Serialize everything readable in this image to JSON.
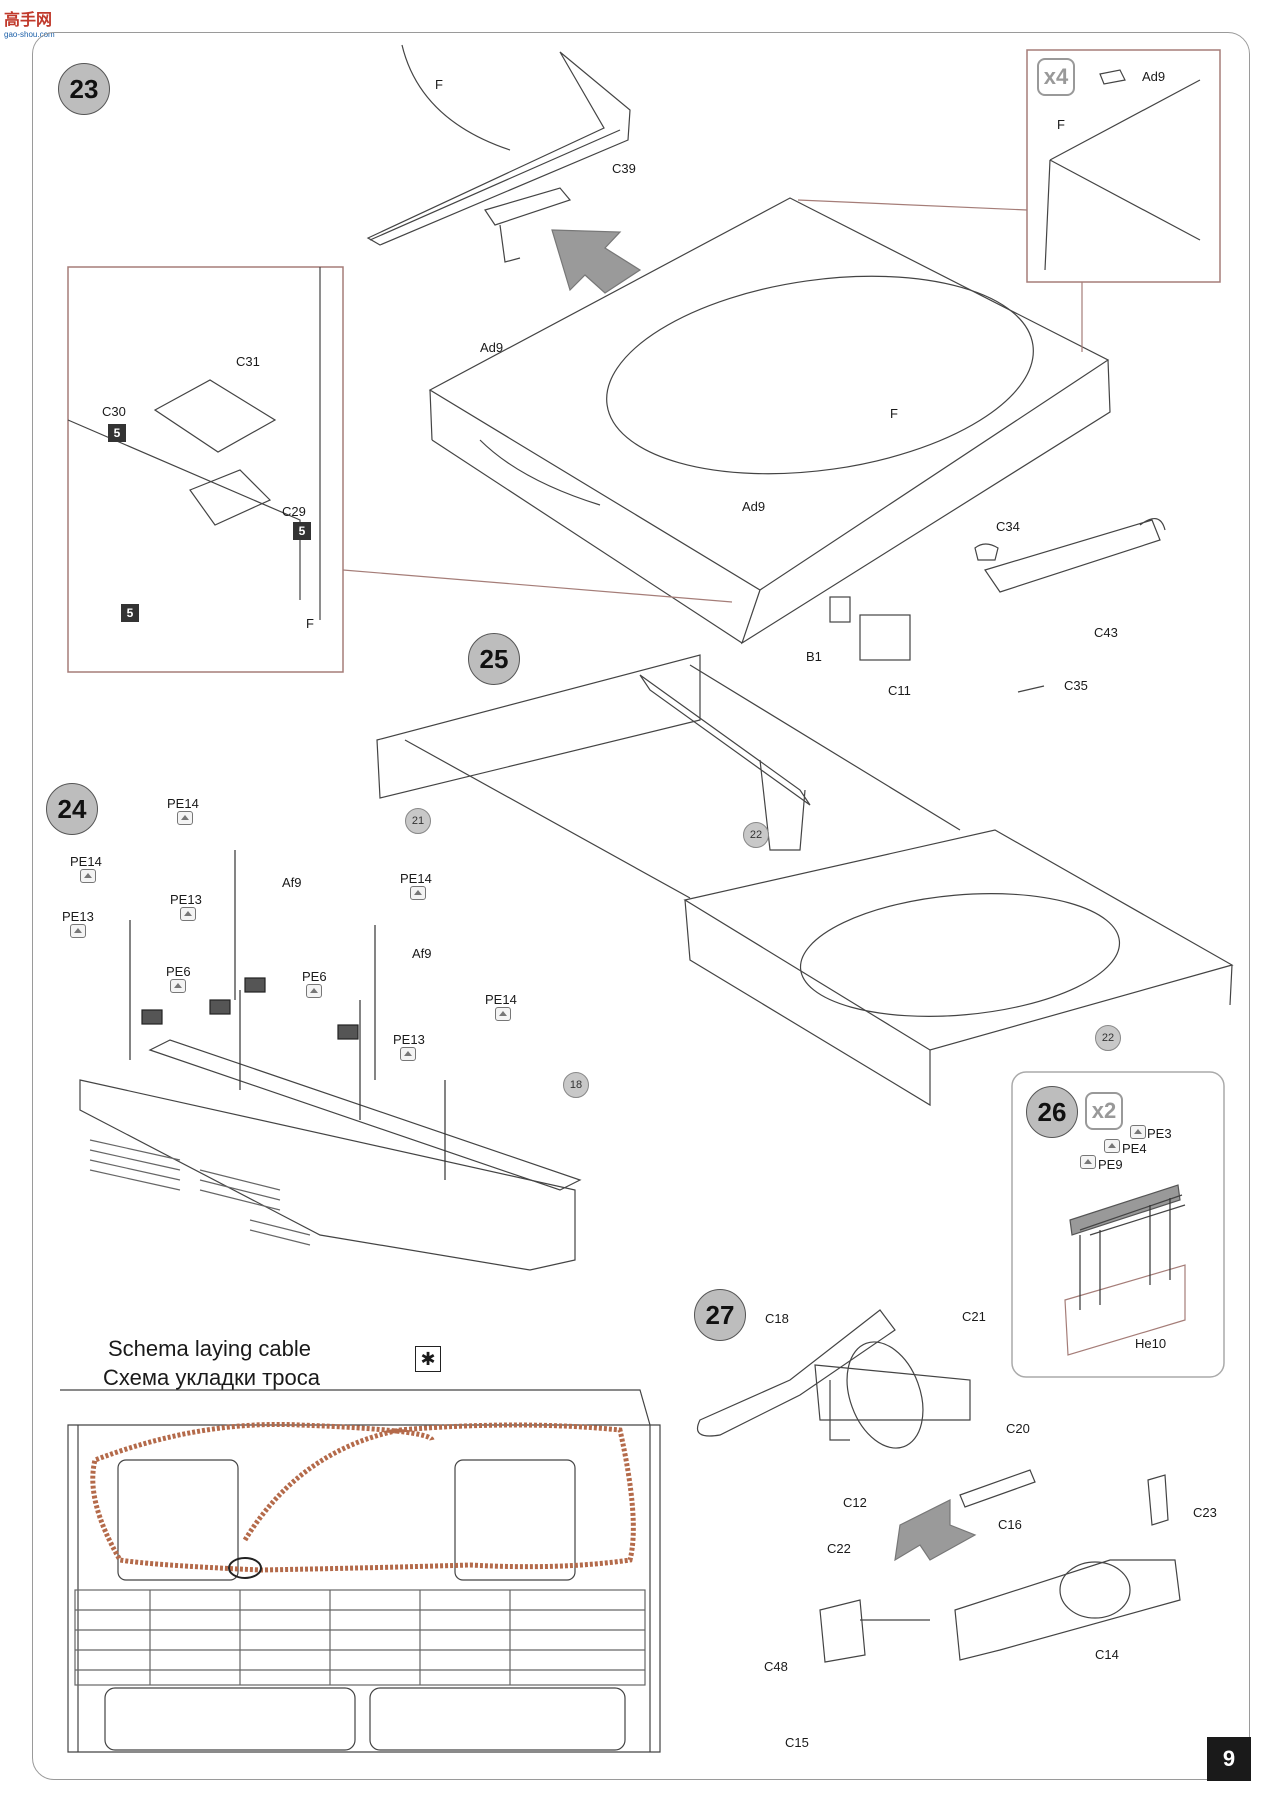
{
  "watermark": {
    "brand": "高手网",
    "url": "gao-shou.com"
  },
  "page_number": "9",
  "steps": [
    {
      "number": "23"
    },
    {
      "number": "24"
    },
    {
      "number": "25"
    },
    {
      "number": "26",
      "multiplier": "x2"
    },
    {
      "number": "27"
    }
  ],
  "step23": {
    "top_labels": {
      "f": "F",
      "c39": "C39"
    },
    "top_right_inset": {
      "multiplier": "x4",
      "ad9": "Ad9",
      "f": "F"
    },
    "left_inset": {
      "c31": "C31",
      "c30": "C30",
      "c29": "C29",
      "f": "F",
      "badge": "5"
    },
    "main": {
      "ad9_left": "Ad9",
      "f_center": "F",
      "ad9_front": "Ad9",
      "c34": "C34",
      "c43": "C43",
      "b1": "B1",
      "c11": "C11",
      "c35": "C35"
    }
  },
  "step25": {
    "ref21": "21",
    "ref22a": "22",
    "ref22b": "22"
  },
  "step24": {
    "labels": [
      "PE14",
      "PE14",
      "PE13",
      "Af9",
      "PE13",
      "PE6",
      "PE6",
      "PE14",
      "Af9",
      "PE14",
      "PE13"
    ],
    "ref18": "18"
  },
  "step26": {
    "labels": {
      "pe3": "PE3",
      "pe4": "PE4",
      "pe9": "PE9",
      "he10": "He10"
    }
  },
  "step27": {
    "labels": {
      "c18": "C18",
      "c21": "C21",
      "c20": "C20",
      "c12": "C12",
      "c16": "C16",
      "c23": "C23",
      "c22": "C22",
      "c48": "C48",
      "c14": "C14",
      "c15": "C15"
    }
  },
  "cable_schema": {
    "title_en": "Schema laying cable",
    "title_ru": "Схема укладки троса",
    "symbol": "✱"
  },
  "colors": {
    "cable": "#b46a4a",
    "inset_border": "#a57d78",
    "badge": "#333333",
    "step_circle": "#bdbdbd"
  }
}
